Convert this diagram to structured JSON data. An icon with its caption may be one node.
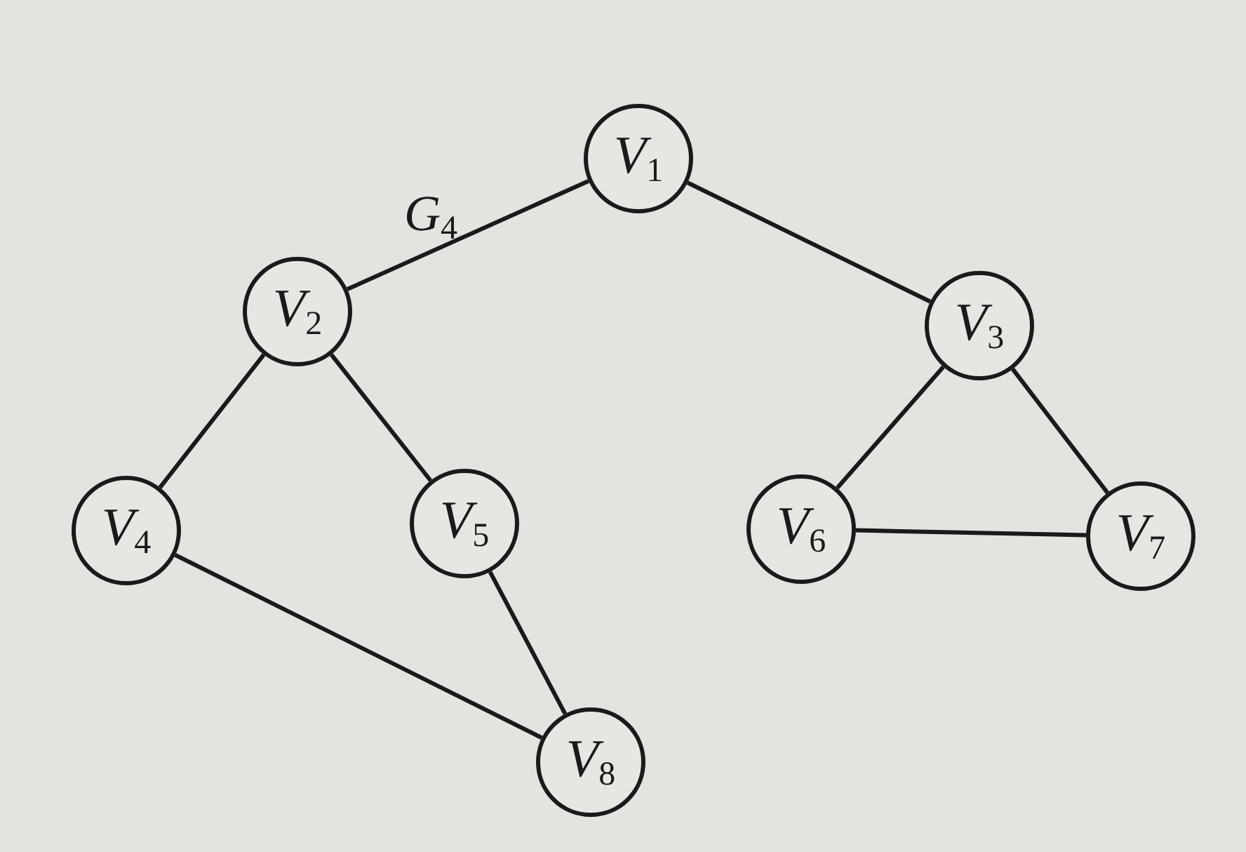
{
  "diagram": {
    "nodes": [
      {
        "text": [
          "*V*$_{1}$"
        ]
      },
      {
        "text": [
          "*V*$_{2}$"
        ]
      },
      {
        "text": [
          "*V*$_{3}$"
        ]
      },
      {
        "text": [
          "*V*$_{4}$"
        ]
      },
      {
        "text": [
          "*V*$_{5}$"
        ]
      },
      {
        "text": [
          "*V*$_{6}$"
        ]
      },
      {
        "text": [
          "*V*$_{7}$"
        ]
      },
      {
        "text": [
          "*V*$_{8}$"
        ]
      }
    ],
    "edges": [
      {
        "from": 0,
        "to": 1,
        "arrow": "none"
      },
      {
        "from": 0,
        "to": 2,
        "arrow": "none"
      },
      {
        "from": 1,
        "to": 3,
        "arrow": "none"
      },
      {
        "from": 1,
        "to": 4,
        "arrow": "none"
      },
      {
        "from": 2,
        "to": 5,
        "arrow": "none"
      },
      {
        "from": 2,
        "to": 6,
        "arrow": "none"
      },
      {
        "from": 5,
        "to": 6,
        "arrow": "none"
      },
      {
        "from": 3,
        "to": 7,
        "arrow": "none"
      },
      {
        "from": 4,
        "to": 7,
        "arrow": "none"
      }
    ],
    "labels": [
      "*G*$_{4}$"
    ]
  }
}
